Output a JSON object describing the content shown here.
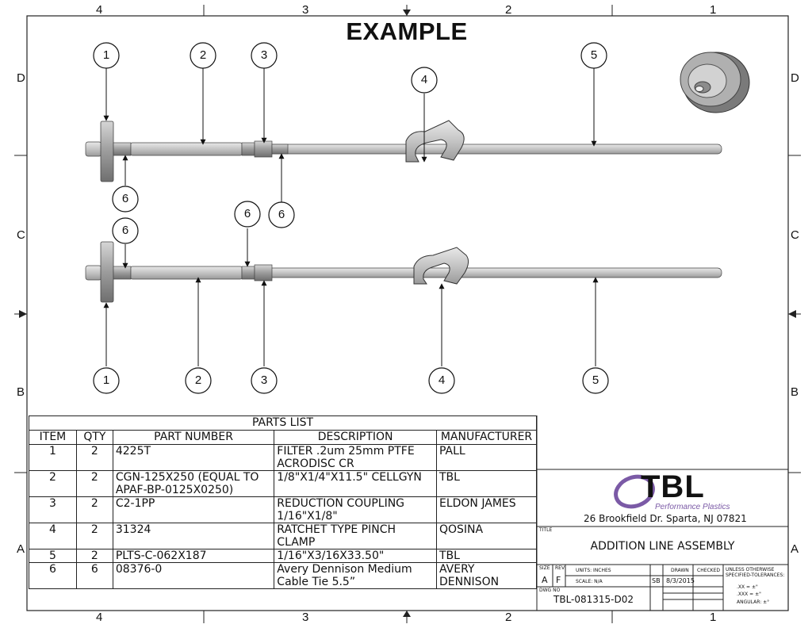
{
  "drawing": {
    "title": "EXAMPLE",
    "zones_top": [
      "4",
      "3",
      "2",
      "1"
    ],
    "zones_bottom": [
      "4",
      "3",
      "2",
      "1"
    ],
    "zones_left": [
      "D",
      "C",
      "B",
      "A"
    ],
    "zones_right": [
      "D",
      "C",
      "B",
      "A"
    ],
    "balloons_upper": [
      "1",
      "2",
      "3",
      "4",
      "5",
      "6",
      "6"
    ],
    "balloons_lower": [
      "6",
      "6",
      "1",
      "2",
      "3",
      "4",
      "5"
    ]
  },
  "parts_list": {
    "caption": "PARTS LIST",
    "headers": [
      "ITEM",
      "QTY",
      "PART NUMBER",
      "DESCRIPTION",
      "MANUFACTURER"
    ],
    "rows": [
      {
        "item": "1",
        "qty": "2",
        "part": "4225T",
        "part2": "",
        "desc": "FILTER .2um 25mm PTFE",
        "desc2": "ACRODISC CR",
        "mfr": "PALL",
        "mfr2": ""
      },
      {
        "item": "2",
        "qty": "2",
        "part": "CGN-125X250 (EQUAL TO",
        "part2": "APAF-BP-0125X0250)",
        "desc": "1/8\"X1/4\"X11.5\" CELLGYN",
        "desc2": "",
        "mfr": "TBL",
        "mfr2": ""
      },
      {
        "item": "3",
        "qty": "2",
        "part": "C2-1PP",
        "part2": "",
        "desc": "REDUCTION COUPLING",
        "desc2": "1/16\"X1/8\"",
        "mfr": "ELDON JAMES",
        "mfr2": ""
      },
      {
        "item": "4",
        "qty": "2",
        "part": "31324",
        "part2": "",
        "desc": "RATCHET TYPE PINCH",
        "desc2": "CLAMP",
        "mfr": "QOSINA",
        "mfr2": ""
      },
      {
        "item": "5",
        "qty": "2",
        "part": "PLTS-C-062X187",
        "part2": "",
        "desc": "1/16\"X3/16X33.50\"",
        "desc2": "",
        "mfr": "TBL",
        "mfr2": ""
      },
      {
        "item": "6",
        "qty": "6",
        "part": "08376-0",
        "part2": "",
        "desc": "Avery Dennison Medium",
        "desc2": "Cable Tie 5.5”",
        "mfr": "AVERY",
        "mfr2": "DENNISON"
      }
    ]
  },
  "title_block": {
    "logo_text": "TBL",
    "logo_sub": "Performance Plastics",
    "address": "26 Brookfield Dr. Sparta, NJ 07821",
    "title_label": "TITLE",
    "title": "ADDITION LINE ASSEMBLY",
    "size_label": "SIZE",
    "size": "A",
    "rev_label": "REV",
    "rev": "F",
    "units": "UNITS: INCHES",
    "scale": "SCALE: N/A",
    "drawn_label": "DRAWN",
    "checked_label": "CHECKED",
    "drawn_by": "SB",
    "drawn_date": "8/3/2015",
    "dwg_label": "DWG NO",
    "dwg_no": "TBL-081315-D02",
    "tol1": "UNLESS OTHERWISE",
    "tol2": "SPECIFIED-TOLERANCES:",
    "tol3": ".XX = ±\"",
    "tol4": ".XXX = ±\"",
    "tol5": "ANGULAR: ±°"
  },
  "colors": {
    "logo_purple": "#7b5aa6",
    "part_gray": "#b9b9b9"
  }
}
